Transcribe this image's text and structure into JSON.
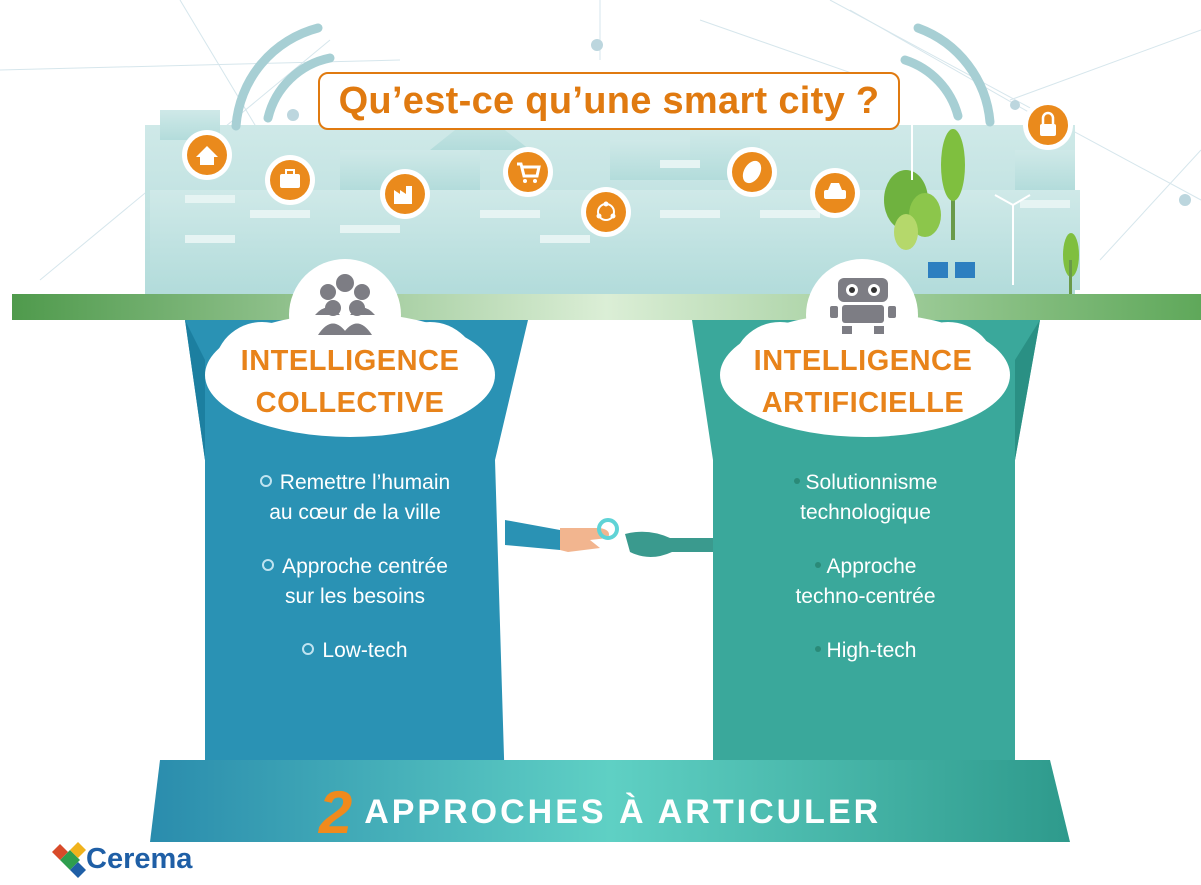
{
  "title": "Qu’est-ce qu’une smart city ?",
  "left_pillar": {
    "title_line1": "INTELLIGENCE",
    "title_line2": "COLLECTIVE",
    "bullets": [
      {
        "line1": "Remettre l’humain",
        "line2": "au cœur de la ville"
      },
      {
        "line1": "Approche centrée",
        "line2": "sur les besoins"
      },
      {
        "line1": "Low-tech",
        "line2": ""
      }
    ]
  },
  "right_pillar": {
    "title_line1": "INTELLIGENCE",
    "title_line2": "ARTIFICIELLE",
    "bullets": [
      {
        "line1": "Solutionnisme",
        "line2": "technologique"
      },
      {
        "line1": "Approche",
        "line2": "techno-centrée"
      },
      {
        "line1": "High-tech",
        "line2": ""
      }
    ]
  },
  "footer": {
    "number": "2",
    "text": "APPROCHES À ARTICULER"
  },
  "brand": "Cerema",
  "icons": [
    "home-icon",
    "medical-kit-icon",
    "factory-icon",
    "cart-icon",
    "network-icon",
    "leaf-icon",
    "car-icon",
    "lock-icon",
    "people-icon",
    "robot-icon",
    "human-hand-icon",
    "robot-hand-icon"
  ],
  "colors": {
    "orange": "#e8831a",
    "city_teal": "#bde1e0",
    "green_band": "#5fa85a",
    "left_pillar": "#2a92b4",
    "right_pillar": "#3aa89b",
    "brand_blue": "#1f5fa6"
  }
}
